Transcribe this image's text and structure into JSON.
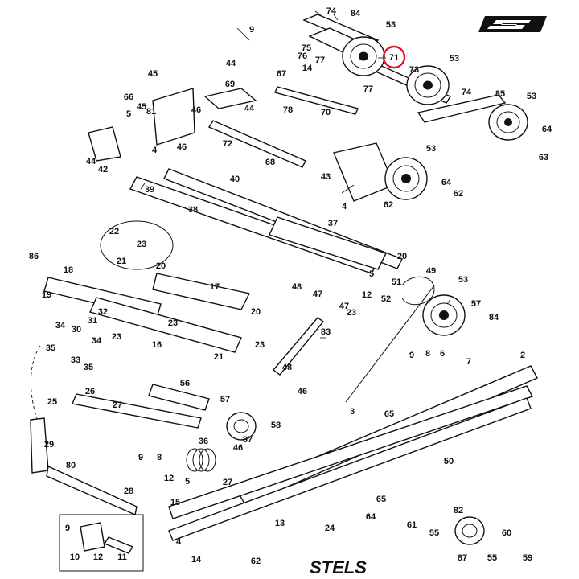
{
  "diagram": {
    "labels": [
      {
        "id": "l74a",
        "text": "74"
      },
      {
        "id": "l84",
        "text": "84"
      },
      {
        "id": "l53a",
        "text": "53"
      },
      {
        "id": "l71",
        "text": "71"
      },
      {
        "id": "l73",
        "text": "73"
      },
      {
        "id": "l53b",
        "text": "53"
      },
      {
        "id": "l9a",
        "text": "9"
      },
      {
        "id": "l75",
        "text": "75"
      },
      {
        "id": "l76",
        "text": "76"
      },
      {
        "id": "l77a",
        "text": "77"
      },
      {
        "id": "l44a",
        "text": "44"
      },
      {
        "id": "l67",
        "text": "67"
      },
      {
        "id": "l14a",
        "text": "14"
      },
      {
        "id": "l45a",
        "text": "45"
      },
      {
        "id": "l69",
        "text": "69"
      },
      {
        "id": "l66",
        "text": "66"
      },
      {
        "id": "l45b",
        "text": "45"
      },
      {
        "id": "l81",
        "text": "81"
      },
      {
        "id": "l46a",
        "text": "46"
      },
      {
        "id": "l44b",
        "text": "44"
      },
      {
        "id": "l78",
        "text": "78"
      },
      {
        "id": "l70",
        "text": "70"
      },
      {
        "id": "l77b",
        "text": "77"
      },
      {
        "id": "l74b",
        "text": "74"
      },
      {
        "id": "l85",
        "text": "85"
      },
      {
        "id": "l53c",
        "text": "53"
      },
      {
        "id": "l5",
        "text": "5"
      },
      {
        "id": "l4a",
        "text": "4"
      },
      {
        "id": "l46b",
        "text": "46"
      },
      {
        "id": "l72",
        "text": "72"
      },
      {
        "id": "l64a",
        "text": "64"
      },
      {
        "id": "l63",
        "text": "63"
      },
      {
        "id": "l44c",
        "text": "44"
      },
      {
        "id": "l42",
        "text": "42"
      },
      {
        "id": "l68",
        "text": "68"
      },
      {
        "id": "l53d",
        "text": "53"
      },
      {
        "id": "l43",
        "text": "43"
      },
      {
        "id": "l64b",
        "text": "64"
      },
      {
        "id": "l62a",
        "text": "62"
      },
      {
        "id": "l39",
        "text": "39"
      },
      {
        "id": "l40",
        "text": "40"
      },
      {
        "id": "l38",
        "text": "38"
      },
      {
        "id": "l4b",
        "text": "4"
      },
      {
        "id": "l62b",
        "text": "62"
      },
      {
        "id": "l37",
        "text": "37"
      },
      {
        "id": "l22",
        "text": "22"
      },
      {
        "id": "l23a",
        "text": "23"
      },
      {
        "id": "l21a",
        "text": "21"
      },
      {
        "id": "l86",
        "text": "86"
      },
      {
        "id": "l18",
        "text": "18"
      },
      {
        "id": "l20a",
        "text": "20"
      },
      {
        "id": "l20b",
        "text": "20"
      },
      {
        "id": "l49",
        "text": "49"
      },
      {
        "id": "l19",
        "text": "19"
      },
      {
        "id": "l17",
        "text": "17"
      },
      {
        "id": "l48a",
        "text": "48"
      },
      {
        "id": "l47a",
        "text": "47"
      },
      {
        "id": "l5b",
        "text": "5"
      },
      {
        "id": "l51",
        "text": "51"
      },
      {
        "id": "l53e",
        "text": "53"
      },
      {
        "id": "l32",
        "text": "32"
      },
      {
        "id": "l47b",
        "text": "47"
      },
      {
        "id": "l12a",
        "text": "12"
      },
      {
        "id": "l52",
        "text": "52"
      },
      {
        "id": "l20c",
        "text": "20"
      },
      {
        "id": "l23b",
        "text": "23"
      },
      {
        "id": "l57a",
        "text": "57"
      },
      {
        "id": "l84b",
        "text": "84"
      },
      {
        "id": "l34",
        "text": "34"
      },
      {
        "id": "l30",
        "text": "30"
      },
      {
        "id": "l31",
        "text": "31"
      },
      {
        "id": "l23c",
        "text": "23"
      },
      {
        "id": "l23d",
        "text": "23"
      },
      {
        "id": "l83",
        "text": "83"
      },
      {
        "id": "l35a",
        "text": "35"
      },
      {
        "id": "l16",
        "text": "16"
      },
      {
        "id": "l34b",
        "text": "34"
      },
      {
        "id": "l33",
        "text": "33"
      },
      {
        "id": "l35b",
        "text": "35"
      },
      {
        "id": "l21b",
        "text": "21"
      },
      {
        "id": "l23e",
        "text": "23"
      },
      {
        "id": "l9b",
        "text": "9"
      },
      {
        "id": "l8",
        "text": "8"
      },
      {
        "id": "l6",
        "text": "6"
      },
      {
        "id": "l2",
        "text": "2"
      },
      {
        "id": "l48b",
        "text": "48"
      },
      {
        "id": "l7",
        "text": "7"
      },
      {
        "id": "l56",
        "text": "56"
      },
      {
        "id": "l25",
        "text": "25"
      },
      {
        "id": "l26",
        "text": "26"
      },
      {
        "id": "l46c",
        "text": "46"
      },
      {
        "id": "l27a",
        "text": "27"
      },
      {
        "id": "l57b",
        "text": "57"
      },
      {
        "id": "l3",
        "text": "3"
      },
      {
        "id": "l65a",
        "text": "65"
      },
      {
        "id": "l58",
        "text": "58"
      },
      {
        "id": "l29",
        "text": "29"
      },
      {
        "id": "l87a",
        "text": "87"
      },
      {
        "id": "l36",
        "text": "36"
      },
      {
        "id": "l46d",
        "text": "46"
      },
      {
        "id": "l9c",
        "text": "9"
      },
      {
        "id": "l8b",
        "text": "8"
      },
      {
        "id": "l80",
        "text": "80"
      },
      {
        "id": "l27b",
        "text": "27"
      },
      {
        "id": "l50",
        "text": "50"
      },
      {
        "id": "l12b",
        "text": "12"
      },
      {
        "id": "l5c",
        "text": "5"
      },
      {
        "id": "l28",
        "text": "28"
      },
      {
        "id": "l65b",
        "text": "65"
      },
      {
        "id": "l15",
        "text": "15"
      },
      {
        "id": "l13",
        "text": "13"
      },
      {
        "id": "l82",
        "text": "82"
      },
      {
        "id": "l64c",
        "text": "64"
      },
      {
        "id": "l61",
        "text": "61"
      },
      {
        "id": "l55a",
        "text": "55"
      },
      {
        "id": "l24",
        "text": "24"
      },
      {
        "id": "l9d",
        "text": "9"
      },
      {
        "id": "l60",
        "text": "60"
      },
      {
        "id": "l10",
        "text": "10"
      },
      {
        "id": "l12c",
        "text": "12"
      },
      {
        "id": "l11",
        "text": "11"
      },
      {
        "id": "l4c",
        "text": "4"
      },
      {
        "id": "l14b",
        "text": "14"
      },
      {
        "id": "l62c",
        "text": "62"
      },
      {
        "id": "l87b",
        "text": "87"
      },
      {
        "id": "l55b",
        "text": "55"
      },
      {
        "id": "l59",
        "text": "59"
      }
    ],
    "highlighted_part": "71"
  },
  "brand": {
    "logo_icon": "s-emblem-icon",
    "wordmark": "STELS"
  },
  "colors": {
    "ink": "#111111",
    "highlight": "#e0141e",
    "background": "#ffffff"
  }
}
